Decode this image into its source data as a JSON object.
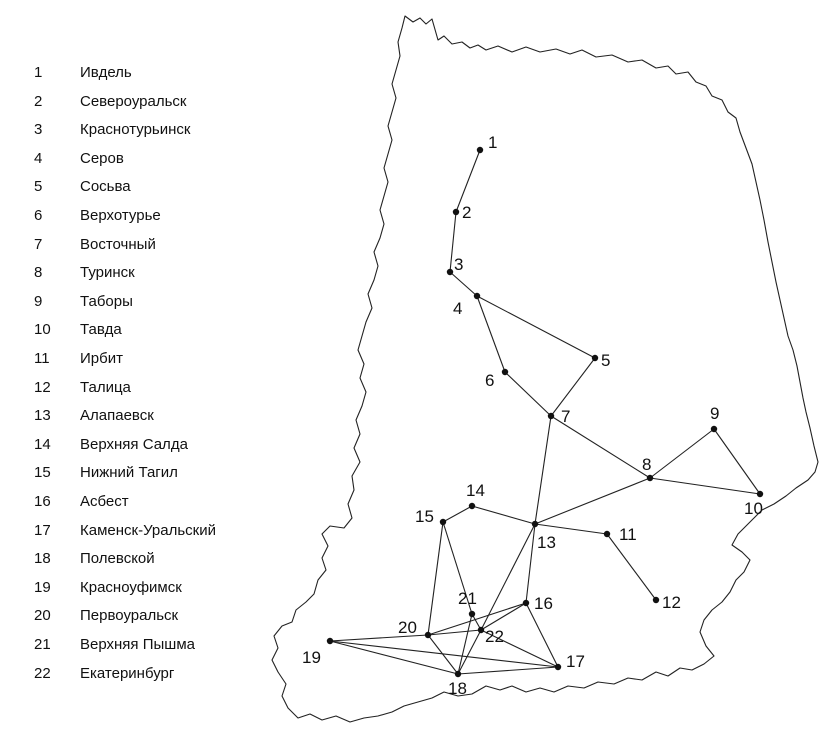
{
  "legend": [
    {
      "num": "1",
      "name": "Ивдель"
    },
    {
      "num": "2",
      "name": "Североуральск"
    },
    {
      "num": "3",
      "name": "Краснотурьинск"
    },
    {
      "num": "4",
      "name": "Серов"
    },
    {
      "num": "5",
      "name": "Сосьва"
    },
    {
      "num": "6",
      "name": "Верхотурье"
    },
    {
      "num": "7",
      "name": "Восточный"
    },
    {
      "num": "8",
      "name": "Туринск"
    },
    {
      "num": "9",
      "name": "Таборы"
    },
    {
      "num": "10",
      "name": "Тавда"
    },
    {
      "num": "11",
      "name": "Ирбит"
    },
    {
      "num": "12",
      "name": "Талица"
    },
    {
      "num": "13",
      "name": "Алапаевск"
    },
    {
      "num": "14",
      "name": "Верхняя Салда"
    },
    {
      "num": "15",
      "name": "Нижний Тагил"
    },
    {
      "num": "16",
      "name": "Асбест"
    },
    {
      "num": "17",
      "name": "Каменск-Уральский"
    },
    {
      "num": "18",
      "name": "Полевской"
    },
    {
      "num": "19",
      "name": "Красноуфимск"
    },
    {
      "num": "20",
      "name": "Первоуральск"
    },
    {
      "num": "21",
      "name": "Верхняя Пышма"
    },
    {
      "num": "22",
      "name": "Екатеринбург"
    }
  ],
  "nodes": [
    "1",
    "2",
    "3",
    "4",
    "5",
    "6",
    "7",
    "8",
    "9",
    "10",
    "11",
    "12",
    "13",
    "14",
    "15",
    "16",
    "17",
    "18",
    "19",
    "20",
    "21",
    "22"
  ],
  "edges": [
    [
      "1",
      "2"
    ],
    [
      "2",
      "3"
    ],
    [
      "3",
      "4"
    ],
    [
      "4",
      "5"
    ],
    [
      "4",
      "6"
    ],
    [
      "6",
      "7"
    ],
    [
      "5",
      "7"
    ],
    [
      "7",
      "8"
    ],
    [
      "7",
      "13"
    ],
    [
      "8",
      "9"
    ],
    [
      "8",
      "10"
    ],
    [
      "9",
      "10"
    ],
    [
      "8",
      "13"
    ],
    [
      "13",
      "11"
    ],
    [
      "11",
      "12"
    ],
    [
      "13",
      "14"
    ],
    [
      "14",
      "15"
    ],
    [
      "15",
      "20"
    ],
    [
      "15",
      "21"
    ],
    [
      "13",
      "22"
    ],
    [
      "13",
      "16"
    ],
    [
      "16",
      "17"
    ],
    [
      "16",
      "22"
    ],
    [
      "16",
      "20"
    ],
    [
      "21",
      "22"
    ],
    [
      "21",
      "18"
    ],
    [
      "20",
      "18"
    ],
    [
      "20",
      "19"
    ],
    [
      "19",
      "18"
    ],
    [
      "19",
      "17"
    ],
    [
      "18",
      "17"
    ],
    [
      "22",
      "17"
    ],
    [
      "20",
      "22"
    ],
    [
      "22",
      "18"
    ]
  ]
}
